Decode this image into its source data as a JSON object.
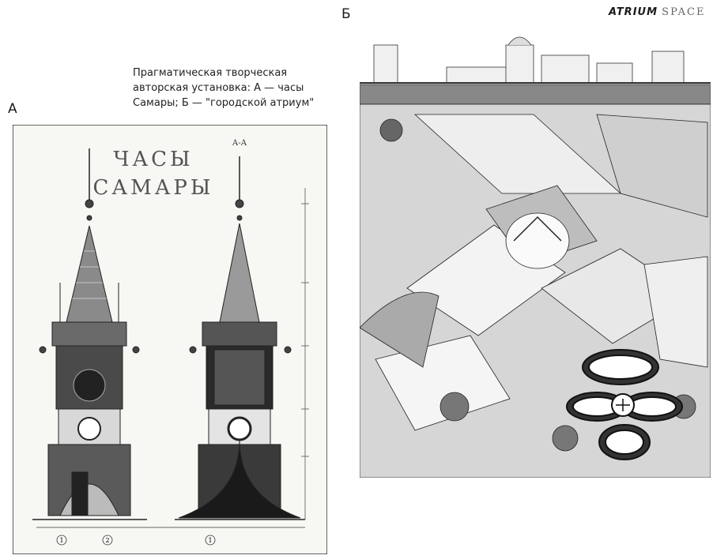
{
  "caption": {
    "line1": "Прагматическая творческая",
    "line2": "авторская установка: А — часы",
    "line3": "Самары; Б — \"городской атриум\""
  },
  "figure_a": {
    "label": "А",
    "title_line1": "ЧАСЫ",
    "title_line2": "САМАРЫ",
    "section_mark": "А-А",
    "axis_markers": [
      "1",
      "2",
      "1"
    ]
  },
  "figure_b": {
    "label": "Б",
    "brand_word1": "ATRIUM",
    "brand_word2": "SPACE"
  }
}
